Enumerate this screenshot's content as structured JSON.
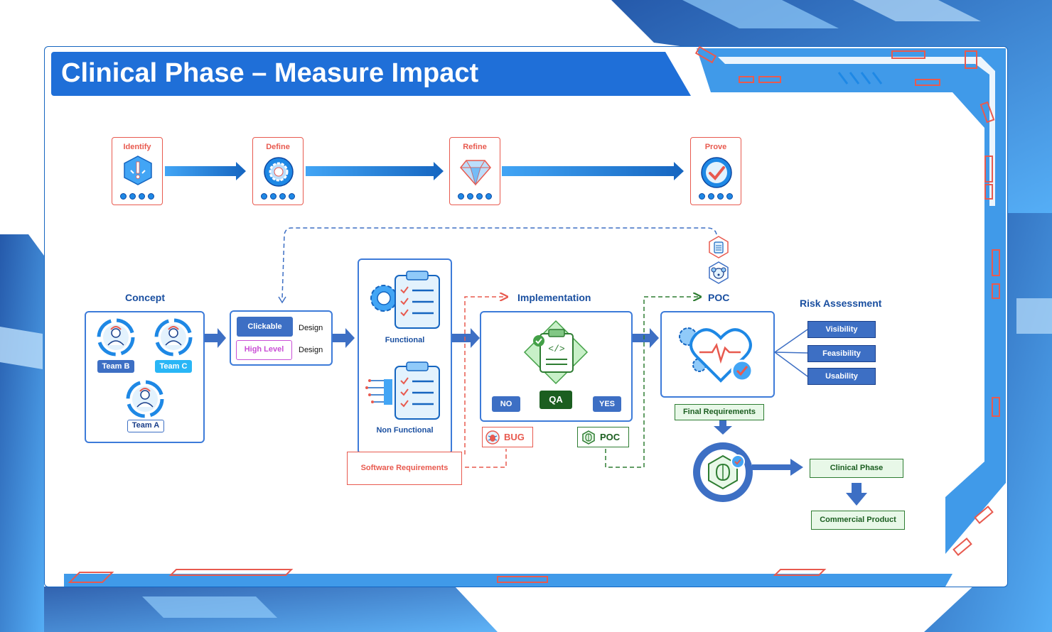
{
  "title": "Clinical Phase – Measure Impact",
  "colors": {
    "primary_blue": "#1f6fd8",
    "accent_red": "#e85a4f",
    "green": "#2e7d32",
    "navy": "#1a4fa0"
  },
  "stages": [
    {
      "label": "Identify",
      "icon": "alert-hexagon-icon"
    },
    {
      "label": "Define",
      "icon": "gear-icon"
    },
    {
      "label": "Refine",
      "icon": "diamond-icon"
    },
    {
      "label": "Prove",
      "icon": "checkmark-icon"
    }
  ],
  "concept": {
    "title": "Concept",
    "teams": [
      "Team B",
      "Team C",
      "Team A"
    ]
  },
  "design": {
    "clickable": "Clickable",
    "high_level": "High Level",
    "design_label_1": "Design",
    "design_label_2": "Design"
  },
  "requirements": {
    "functional": "Functional",
    "non_functional": "Non Functional",
    "software": "Software Requirements"
  },
  "implementation": {
    "title": "Implementation",
    "qa": "QA",
    "no": "NO",
    "yes": "YES",
    "bug": "BUG",
    "poc": "POC"
  },
  "poc": {
    "title": "POC",
    "final_requirements": "Final Requirements"
  },
  "risk": {
    "title": "Risk Assessment",
    "items": [
      "Visibility",
      "Feasibility",
      "Usability"
    ]
  },
  "outcomes": {
    "clinical_phase": "Clinical Phase",
    "commercial_product": "Commercial Product"
  }
}
